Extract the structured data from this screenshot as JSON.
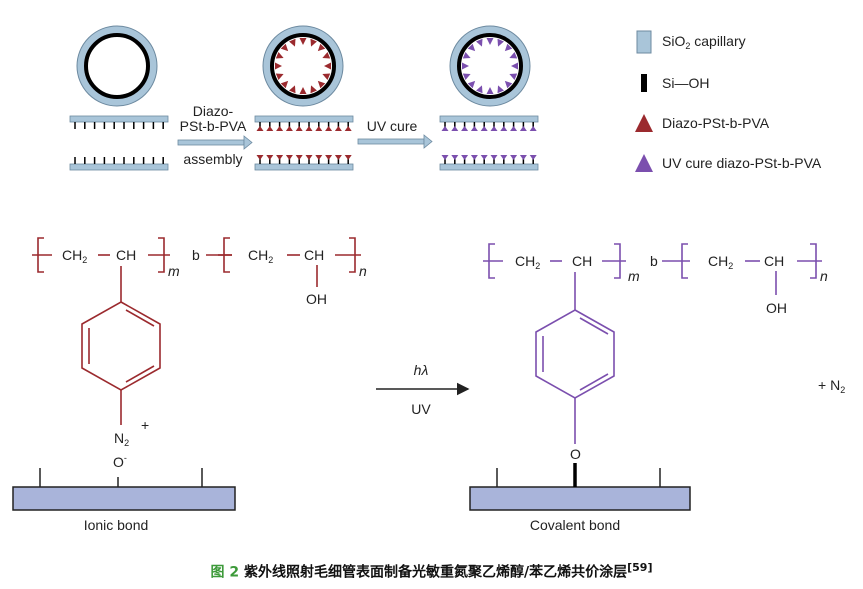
{
  "process": {
    "step1_label_line1": "Diazo-",
    "step1_label_line2": "PSt-b-PVA",
    "step1_label_line3": "assembly",
    "step2_label": "UV cure"
  },
  "legend": {
    "items": [
      {
        "label_main": "SiO",
        "label_sub": "2",
        "label_rest": " capillary",
        "color": "#a9c5d9"
      },
      {
        "label_main": "Si—OH",
        "color": "#000000"
      },
      {
        "label_main": "Diazo-PSt-b-PVA",
        "color": "#9b2a2e"
      },
      {
        "label_main": "UV cure diazo-PSt-b-PVA",
        "color": "#7b4fae"
      }
    ]
  },
  "reaction": {
    "left": {
      "ch2": "CH",
      "ch2_sub": "2",
      "ch": "CH",
      "m": "m",
      "b": "b",
      "n": "n",
      "oh": "OH",
      "n2": "N",
      "n2_sub": "2",
      "plus": "+",
      "o": "O",
      "o_charge": "-",
      "bond_label": "Ionic bond",
      "color": "#9b2a2e"
    },
    "arrow_top": "hλ",
    "arrow_bottom": "UV",
    "right": {
      "ch2": "CH",
      "ch2_sub": "2",
      "ch": "CH",
      "m": "m",
      "b": "b",
      "n": "n",
      "oh": "OH",
      "o": "O",
      "bond_label": "Covalent bond",
      "color": "#7b4fae"
    },
    "byproduct": "+ N",
    "byproduct_sub": "2"
  },
  "caption": {
    "figure_label": "图 2",
    "text": "紫外线照射毛细管表面制备光敏重氮聚乙烯醇/苯乙烯共价涂层",
    "ref": "[59]"
  }
}
